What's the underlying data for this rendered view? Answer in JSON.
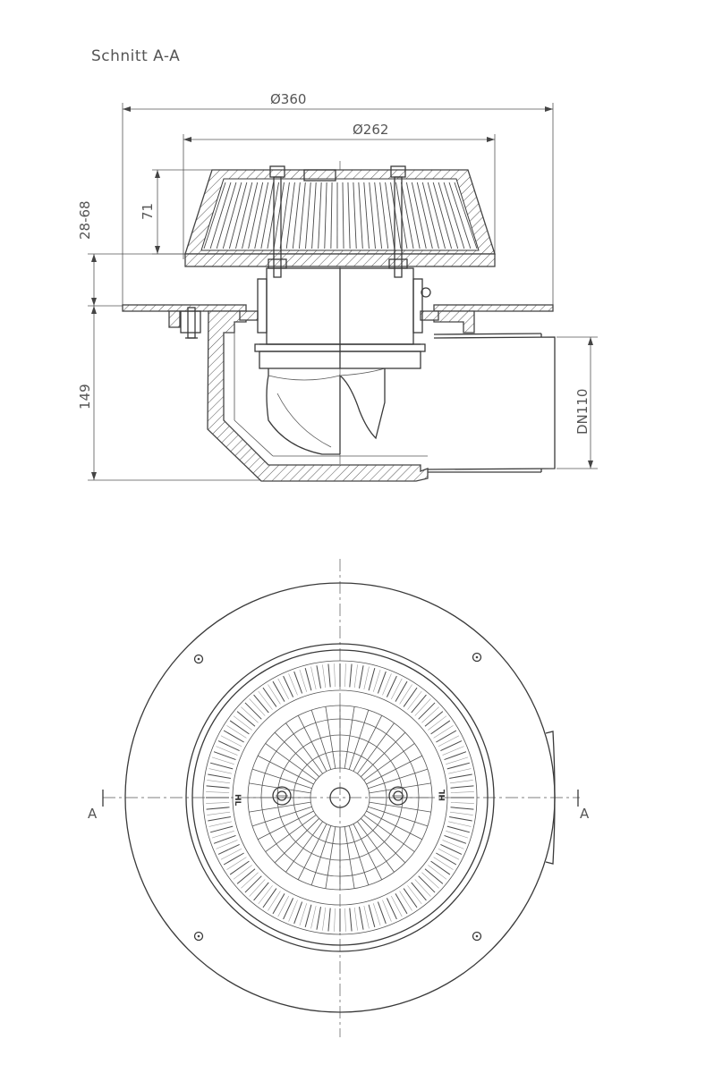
{
  "drawing": {
    "section_title": "Schnitt A-A",
    "dimensions": {
      "outer_diameter": "Ø360",
      "inner_diameter": "Ø262",
      "grate_height": "71",
      "adjust_range": "28-68",
      "body_height": "149",
      "pipe_size": "DN110"
    },
    "section_marks": {
      "left": "A",
      "right": "A"
    },
    "grate_labels": {
      "left": "HL",
      "right": "HL"
    }
  }
}
